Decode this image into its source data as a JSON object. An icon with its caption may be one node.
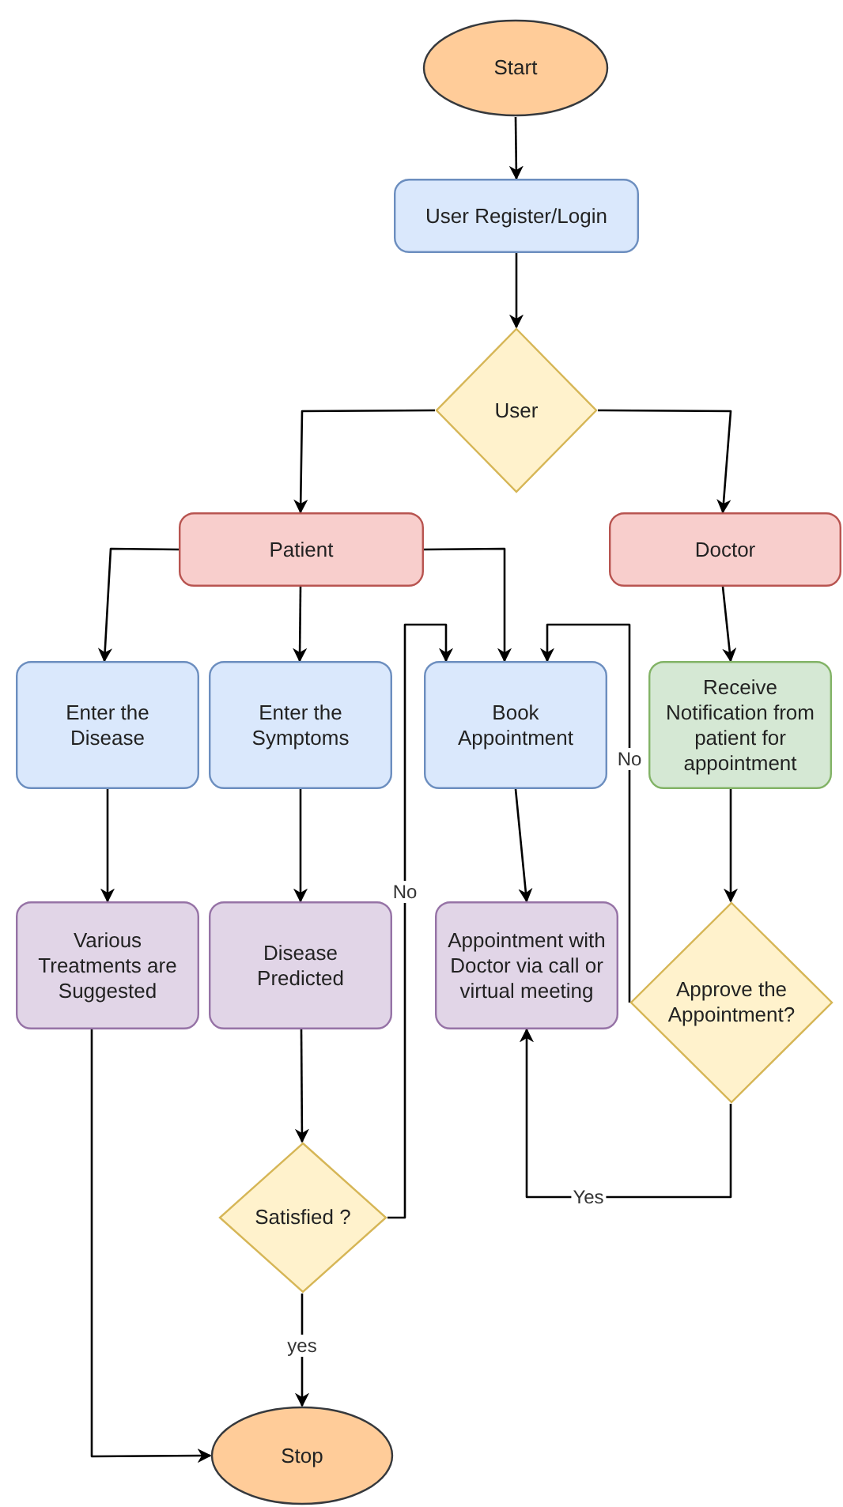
{
  "diagram": {
    "nodes": [
      {
        "text": [
          "Start"
        ]
      },
      {
        "text": [
          "User Register/Login"
        ]
      },
      {
        "text": [
          "User"
        ]
      },
      {
        "text": [
          "Patient"
        ]
      },
      {
        "text": [
          "Doctor"
        ]
      },
      {
        "text": [
          "Enter the Disease"
        ]
      },
      {
        "text": [
          "Enter the Symptoms"
        ]
      },
      {
        "text": [
          "Book Appointment"
        ]
      },
      {
        "text": [
          "Receive Notification from patient for appointment"
        ]
      },
      {
        "text": [
          "Various Treatments are Suggested"
        ]
      },
      {
        "text": [
          "Disease Predicted"
        ]
      },
      {
        "text": [
          "Appointment with Doctor via call or virtual meeting"
        ]
      },
      {
        "text": [
          "Approve the Appointment?"
        ]
      },
      {
        "text": [
          "Satisfied ?"
        ]
      },
      {
        "text": [
          "Stop"
        ]
      }
    ],
    "edges": [
      {
        "from": 0,
        "to": 1,
        "arrow": "to"
      },
      {
        "from": 1,
        "to": 2,
        "arrow": "to"
      },
      {
        "from": 2,
        "to": 3,
        "arrow": "to"
      },
      {
        "from": 2,
        "to": 4,
        "arrow": "to"
      },
      {
        "from": 3,
        "to": 5,
        "arrow": "to"
      },
      {
        "from": 3,
        "to": 6,
        "arrow": "to"
      },
      {
        "from": 3,
        "to": 7,
        "arrow": "to"
      },
      {
        "from": 4,
        "to": 8,
        "arrow": "to"
      },
      {
        "from": 5,
        "to": 9,
        "arrow": "to"
      },
      {
        "from": 6,
        "to": 10,
        "arrow": "to"
      },
      {
        "from": 7,
        "to": 11,
        "arrow": "to"
      },
      {
        "from": 8,
        "to": 12,
        "arrow": "to"
      },
      {
        "from": 10,
        "to": 13,
        "arrow": "to"
      },
      {
        "from": 13,
        "to": 7,
        "label": "No",
        "arrow": "to"
      },
      {
        "from": 13,
        "to": 14,
        "label": "yes",
        "arrow": "to"
      },
      {
        "from": 9,
        "to": 14,
        "arrow": "to"
      },
      {
        "from": 12,
        "to": 7,
        "label": "No",
        "arrow": "to"
      },
      {
        "from": 12,
        "to": 11,
        "label": "Yes",
        "arrow": "to"
      }
    ]
  }
}
